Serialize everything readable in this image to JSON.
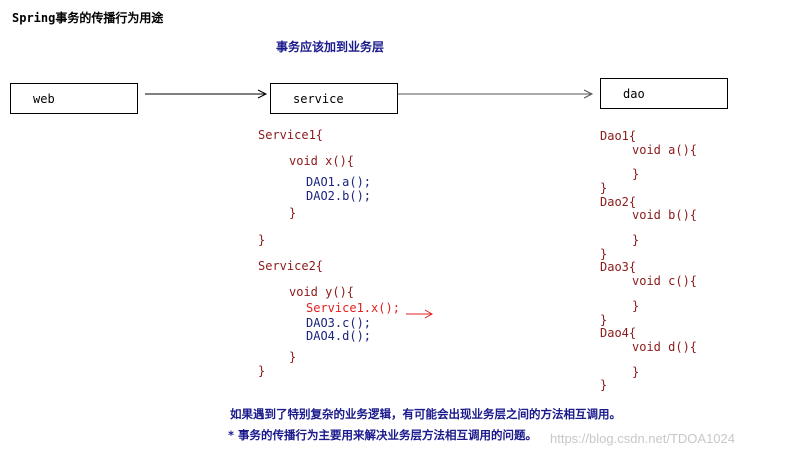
{
  "title": "Spring事务的传播行为用途",
  "subtitle": "事务应该加到业务层",
  "boxes": {
    "web": "web",
    "service": "service",
    "dao": "dao"
  },
  "service1": {
    "header": "Service1{",
    "method": "void x(){",
    "call1": "DAO1.a();",
    "call2": "DAO2.b();",
    "method_close": "}",
    "close": "}"
  },
  "service2": {
    "header": "Service2{",
    "method": "void y(){",
    "call1": "Service1.x();",
    "call2": "DAO3.c();",
    "call3": "DAO4.d();",
    "method_close": "}",
    "close": "}"
  },
  "daos": [
    {
      "header": "Dao1{",
      "method": "void a(){",
      "method_close": "}",
      "close": "}"
    },
    {
      "header": "Dao2{",
      "method": "void b(){",
      "method_close": "}",
      "close": "}"
    },
    {
      "header": "Dao3{",
      "method": "void c(){",
      "method_close": "}",
      "close": "}"
    },
    {
      "header": "Dao4{",
      "method": "void d(){",
      "method_close": "}",
      "close": "}"
    }
  ],
  "notes": {
    "line1": "如果遇到了特别复杂的业务逻辑，有可能会出现业务层之间的方法相互调用。",
    "line2": "* 事务的传播行为主要用来解决业务层方法相互调用的问题。"
  },
  "watermark": "https://blog.csdn.net/TDOA1024",
  "colors": {
    "code_header": "#8b1a1a",
    "code_call": "#1a237e",
    "highlight_call": "#e02020",
    "note": "#1a1a8c"
  }
}
